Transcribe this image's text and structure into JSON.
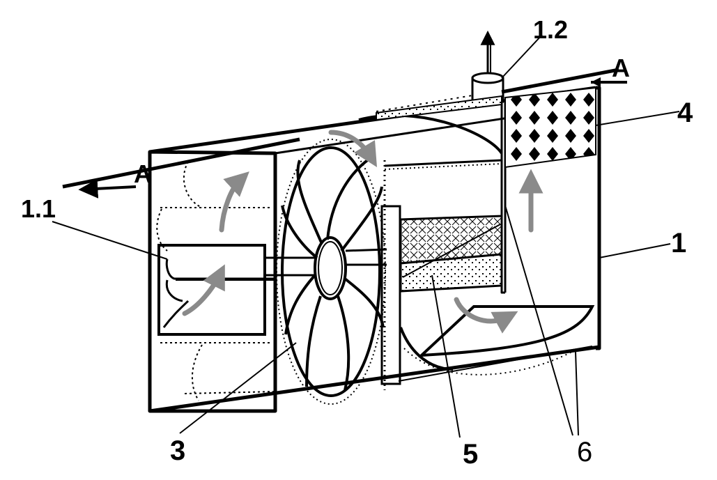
{
  "labels": {
    "section_a_left": "A",
    "section_a_right": "A",
    "part_1": "1",
    "part_1_1": "1.1",
    "part_1_2": "1.2",
    "part_3": "3",
    "part_4": "4",
    "part_5": "5",
    "part_6": "6"
  },
  "colors": {
    "line": "#000000",
    "flow_arrow": "#8a8a8a",
    "background": "#ffffff"
  }
}
